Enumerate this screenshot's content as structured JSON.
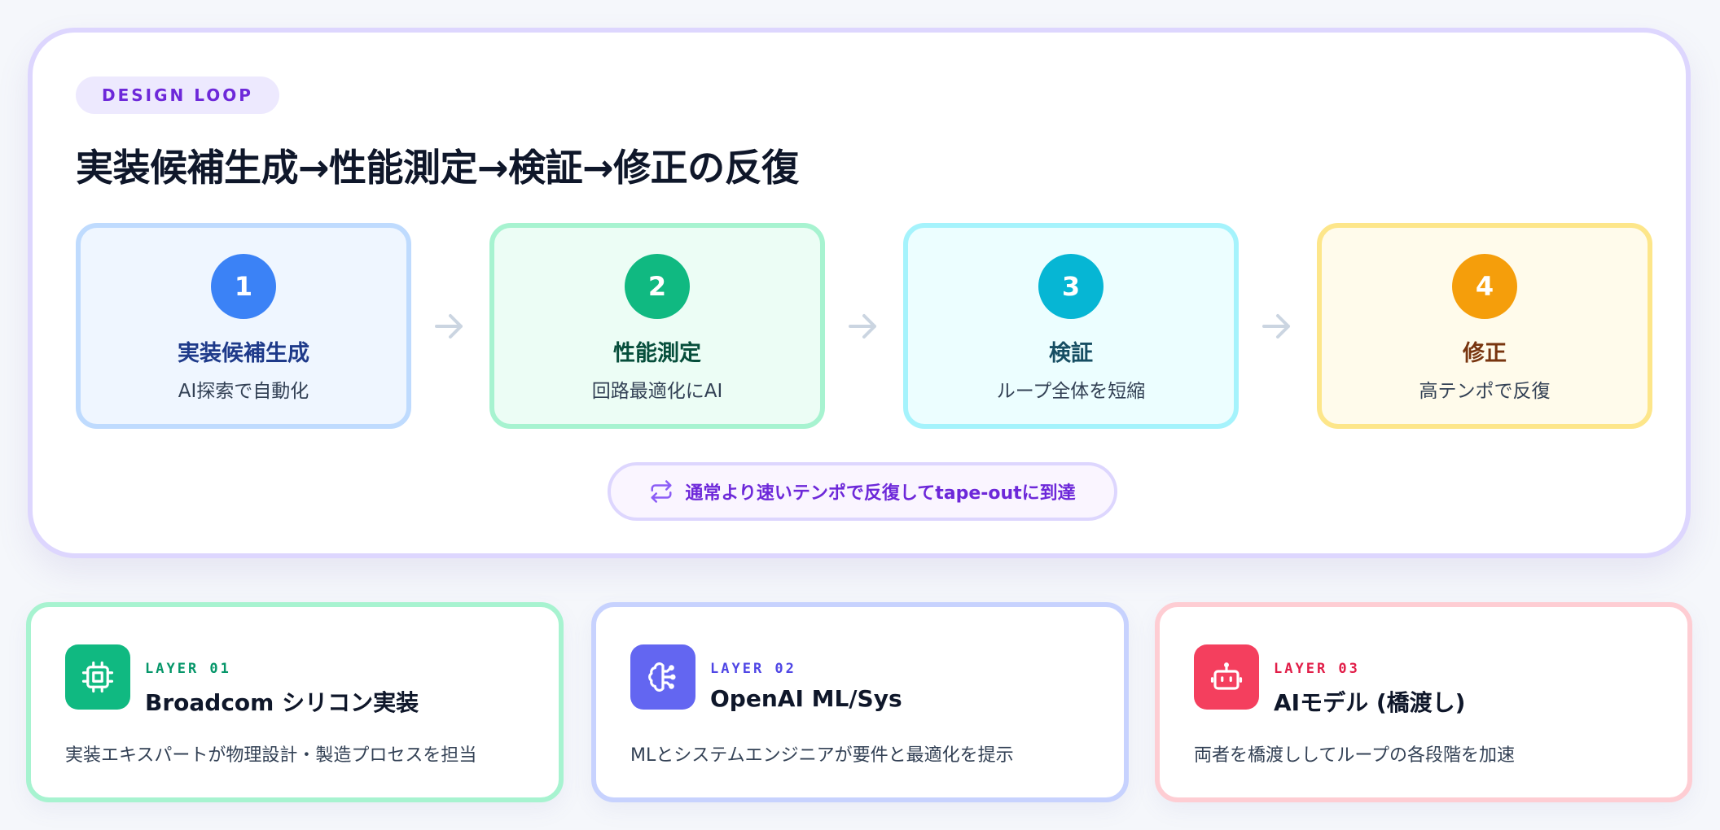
{
  "loop": {
    "eyebrow": "DESIGN LOOP",
    "headline": "実装候補生成→性能測定→検証→修正の反復",
    "steps": [
      {
        "number": "1",
        "title": "実装候補生成",
        "subtitle": "AI探索で自動化",
        "color": "#3b82f6"
      },
      {
        "number": "2",
        "title": "性能測定",
        "subtitle": "回路最適化にAI",
        "color": "#10b981"
      },
      {
        "number": "3",
        "title": "検証",
        "subtitle": "ループ全体を短縮",
        "color": "#06b6d4"
      },
      {
        "number": "4",
        "title": "修正",
        "subtitle": "高テンポで反復",
        "color": "#f59e0b"
      }
    ],
    "arrow_icon": "arrow-right-icon",
    "cycle_note": {
      "icon": "repeat-icon",
      "text": "通常より速いテンポで反復してtape-outに到達"
    }
  },
  "layers": [
    {
      "tag": "LAYER 01",
      "title": "Broadcom シリコン実装",
      "description": "実装エキスパートが物理設計・製造プロセスを担当",
      "icon": "chip-icon",
      "color": "#10b981"
    },
    {
      "tag": "LAYER 02",
      "title": "OpenAI ML/Sys",
      "description": "MLとシステムエンジニアが要件と最適化を提示",
      "icon": "brain-icon",
      "color": "#6366f1"
    },
    {
      "tag": "LAYER 03",
      "title": "AIモデル (橋渡し)",
      "description": "両者を橋渡ししてループの各段階を加速",
      "icon": "bot-icon",
      "color": "#f43f5e"
    }
  ]
}
